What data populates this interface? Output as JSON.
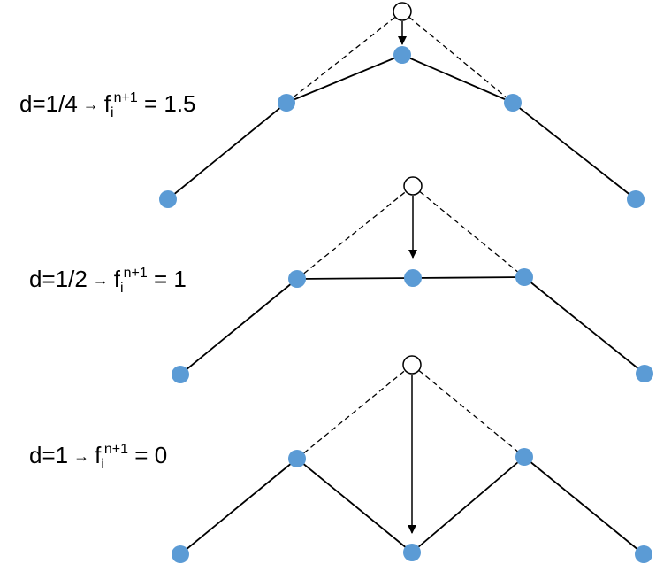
{
  "panels": [
    {
      "label": {
        "lhs": "d=1/4",
        "arrow": "→",
        "f": "f",
        "sub": "i",
        "sup": "n+1",
        "rhs": "= 1.5"
      }
    },
    {
      "label": {
        "lhs": "d=1/2",
        "arrow": "→",
        "f": "f",
        "sub": "i",
        "sup": "n+1",
        "rhs": "= 1"
      }
    },
    {
      "label": {
        "lhs": "d=1",
        "arrow": "→",
        "f": "f",
        "sub": "i",
        "sup": "n+1",
        "rhs": "= 0"
      }
    }
  ],
  "colors": {
    "node_fill": "#5b9bd5",
    "line": "#000000",
    "open_node_fill": "#ffffff",
    "open_node_stroke": "#000000"
  }
}
